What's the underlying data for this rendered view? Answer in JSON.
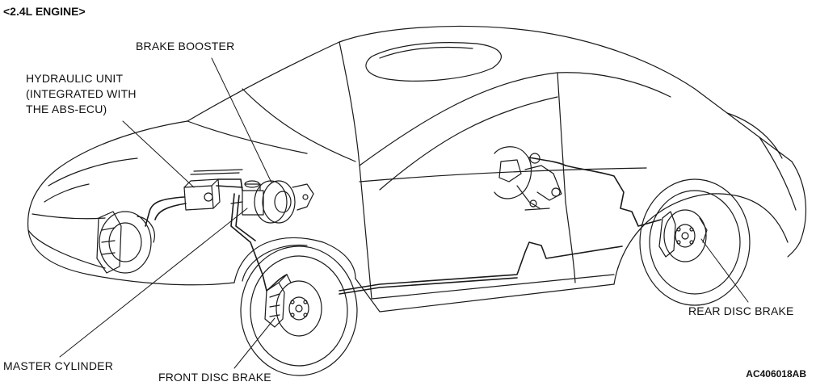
{
  "header": {
    "title": "<2.4L ENGINE>"
  },
  "labels": {
    "brake_booster": "BRAKE BOOSTER",
    "hydraulic_unit": [
      "HYDRAULIC UNIT",
      "(INTEGRATED WITH",
      "THE ABS-ECU)"
    ],
    "master_cylinder": "MASTER CYLINDER",
    "front_disc_brake": "FRONT DISC BRAKE",
    "rear_disc_brake": "REAR DISC BRAKE"
  },
  "footer": {
    "figure_id": "AC406018AB"
  }
}
